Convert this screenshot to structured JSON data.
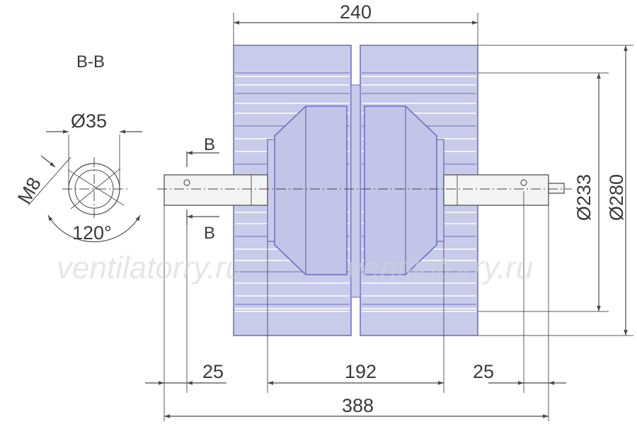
{
  "drawing": {
    "section_label": "B-B",
    "section_mark_top": "B",
    "section_mark_bottom": "B",
    "dims": {
      "top_width": "240",
      "shaft_diameter": "Ø35",
      "thread": "M8",
      "angle": "120°",
      "outer_diameter": "Ø280",
      "inner_diameter": "Ø233",
      "left_shaft_offset": "25",
      "center_span": "192",
      "right_shaft_offset": "25",
      "total_length": "388"
    },
    "watermarks": [
      "ventilatorry.ru",
      "ventilatorry.ru"
    ]
  },
  "colors": {
    "body": "#c9cbea",
    "outline": "#6a6cb8"
  }
}
